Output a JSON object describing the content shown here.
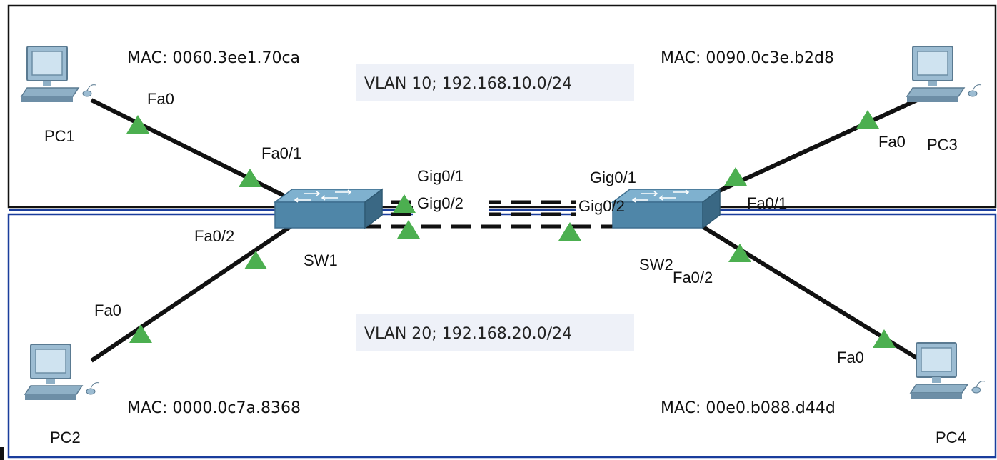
{
  "vlan10": {
    "label": "VLAN 10; 192.168.10.0/24"
  },
  "vlan20": {
    "label": "VLAN 20; 192.168.20.0/24"
  },
  "pc1": {
    "name": "PC1",
    "mac": "MAC: 0060.3ee1.70ca",
    "port": "Fa0"
  },
  "pc2": {
    "name": "PC2",
    "mac": "MAC: 0000.0c7a.8368",
    "port": "Fa0"
  },
  "pc3": {
    "name": "PC3",
    "mac": "MAC: 0090.0c3e.b2d8",
    "port": "Fa0"
  },
  "pc4": {
    "name": "PC4",
    "mac": "MAC: 00e0.b088.d44d",
    "port": "Fa0"
  },
  "sw1": {
    "name": "SW1",
    "port_fa01": "Fa0/1",
    "port_fa02": "Fa0/2",
    "port_gig01": "Gig0/1",
    "port_gig02": "Gig0/2"
  },
  "sw2": {
    "name": "SW2",
    "port_fa01": "Fa0/1",
    "port_fa02": "Fa0/2",
    "port_gig01": "Gig0/1",
    "port_gig02": "Gig0/2"
  },
  "colors": {
    "link": "#111111",
    "port_up": "#4caf50",
    "vlan10_border": "#111111",
    "vlan20_border": "#1a3d9c",
    "label_bg": "#eef1f8",
    "switch_top": "#6fa3c4",
    "switch_side": "#3f6f8f",
    "pc_screen": "#bcd6e8"
  }
}
